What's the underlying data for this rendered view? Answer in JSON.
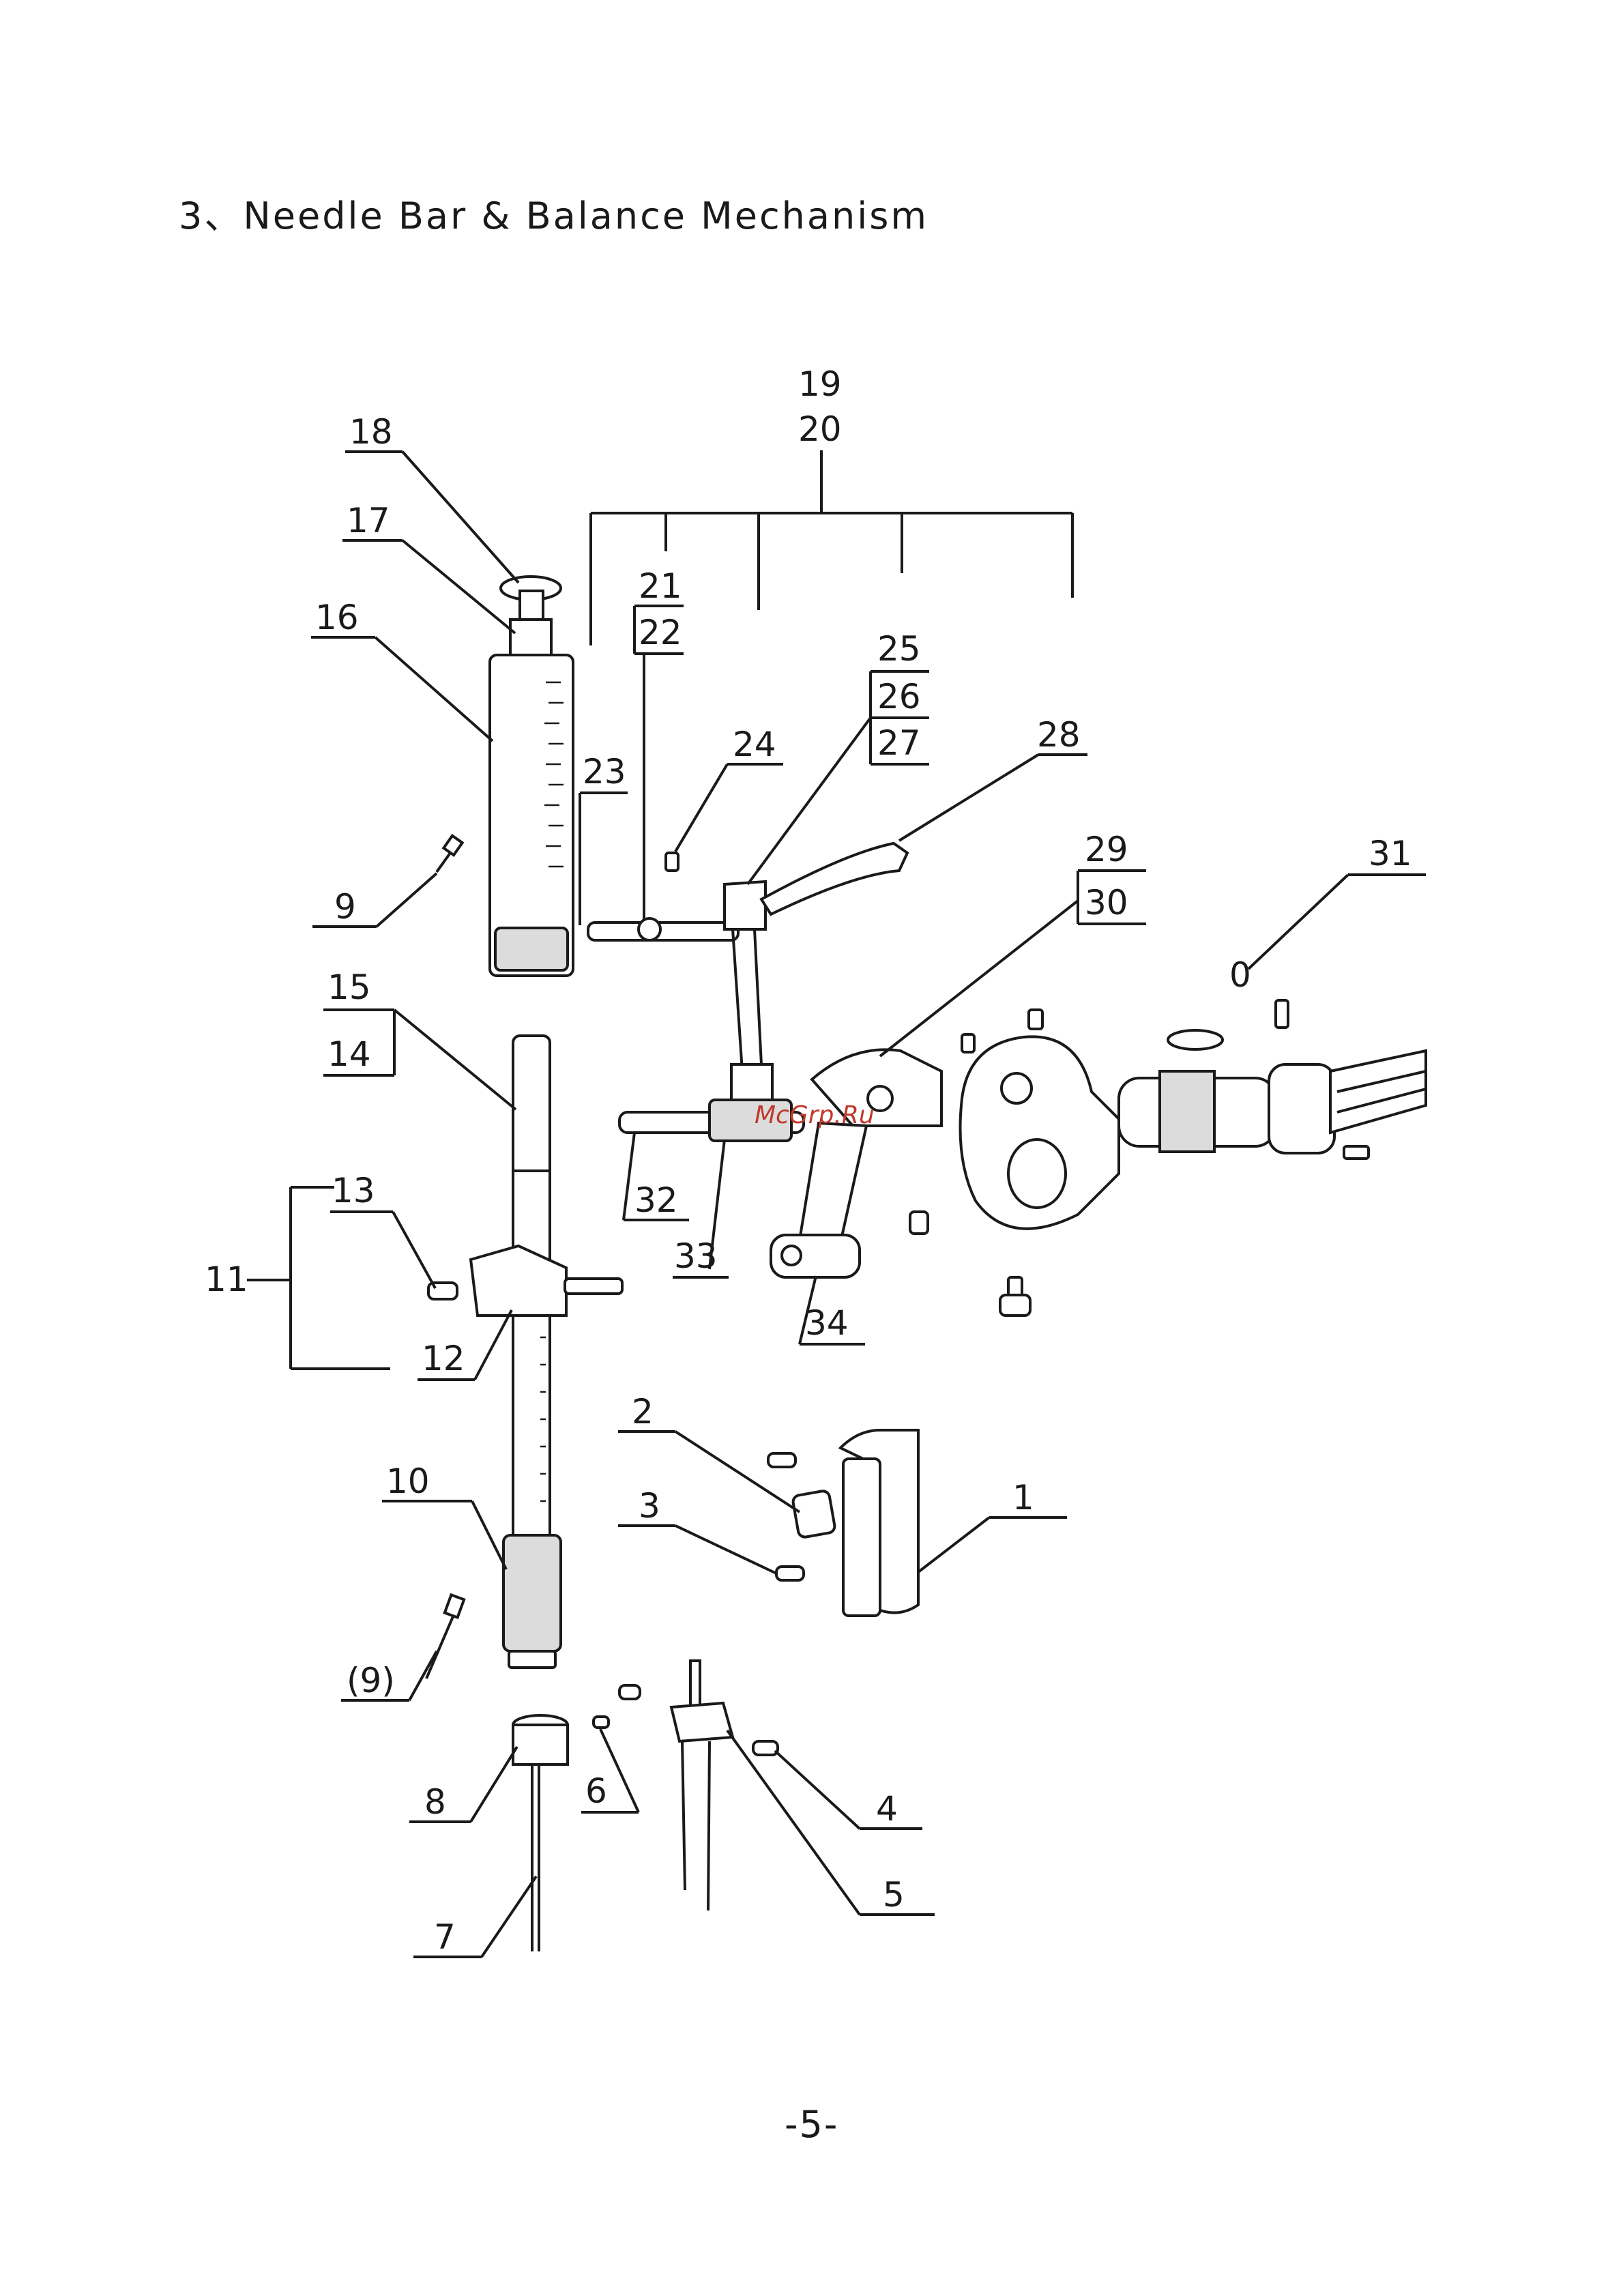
{
  "title": "3、Needle Bar & Balance Mechanism",
  "page_number": "-5-",
  "watermark": "McGrp.Ru",
  "callouts": [
    {
      "id": "c19",
      "text": "19"
    },
    {
      "id": "c20",
      "text": "20"
    },
    {
      "id": "c21",
      "text": "21"
    },
    {
      "id": "c22",
      "text": "22"
    },
    {
      "id": "c25",
      "text": "25"
    },
    {
      "id": "c26",
      "text": "26"
    },
    {
      "id": "c27",
      "text": "27"
    },
    {
      "id": "c18",
      "text": "18"
    },
    {
      "id": "c17",
      "text": "17"
    },
    {
      "id": "c16",
      "text": "16"
    },
    {
      "id": "c23",
      "text": "23"
    },
    {
      "id": "c24",
      "text": "24"
    },
    {
      "id": "c28",
      "text": "28"
    },
    {
      "id": "c29",
      "text": "29"
    },
    {
      "id": "c30",
      "text": "30"
    },
    {
      "id": "c31",
      "text": "31"
    },
    {
      "id": "c0",
      "text": "0"
    },
    {
      "id": "c9",
      "text": "9"
    },
    {
      "id": "c15",
      "text": "15"
    },
    {
      "id": "c14",
      "text": "14"
    },
    {
      "id": "c13",
      "text": "13"
    },
    {
      "id": "c11",
      "text": "11"
    },
    {
      "id": "c12",
      "text": "12"
    },
    {
      "id": "c32",
      "text": "32"
    },
    {
      "id": "c33",
      "text": "33"
    },
    {
      "id": "c34",
      "text": "34"
    },
    {
      "id": "c2",
      "text": "2"
    },
    {
      "id": "c1",
      "text": "1"
    },
    {
      "id": "c3",
      "text": "3"
    },
    {
      "id": "c10",
      "text": "10"
    },
    {
      "id": "c9b",
      "text": "(9)"
    },
    {
      "id": "c8",
      "text": "8"
    },
    {
      "id": "c6",
      "text": "6"
    },
    {
      "id": "c4",
      "text": "4"
    },
    {
      "id": "c5",
      "text": "5"
    },
    {
      "id": "c7",
      "text": "7"
    }
  ]
}
